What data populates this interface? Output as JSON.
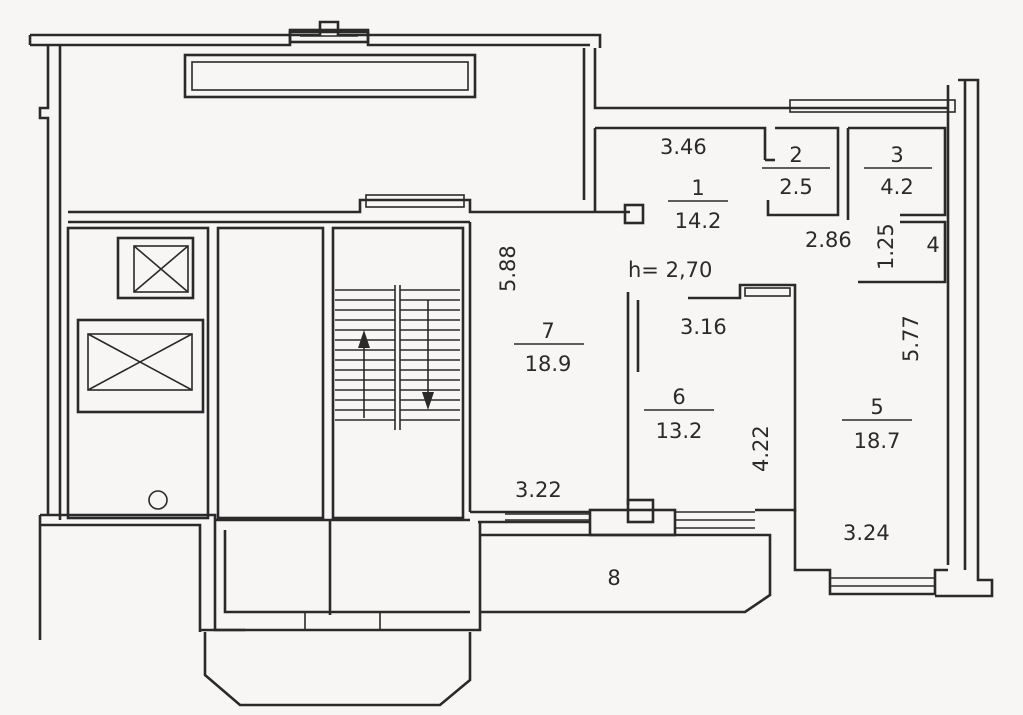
{
  "ceiling_height": "h= 2,70",
  "rooms": [
    {
      "number": "1",
      "area": "14.2"
    },
    {
      "number": "2",
      "area": "2.5"
    },
    {
      "number": "3",
      "area": "4.2"
    },
    {
      "number": "4"
    },
    {
      "number": "5",
      "area": "18.7"
    },
    {
      "number": "6",
      "area": "13.2"
    },
    {
      "number": "7",
      "area": "18.9"
    },
    {
      "number": "8"
    }
  ],
  "dimensions": {
    "hall_width": "3.46",
    "bath_wall": "2.86",
    "closet4_depth": "1.25",
    "room7_depth": "5.88",
    "room7_width": "3.22",
    "room6_width": "3.16",
    "room6_depth": "4.22",
    "room5_depth": "5.77",
    "room5_width": "3.24"
  }
}
